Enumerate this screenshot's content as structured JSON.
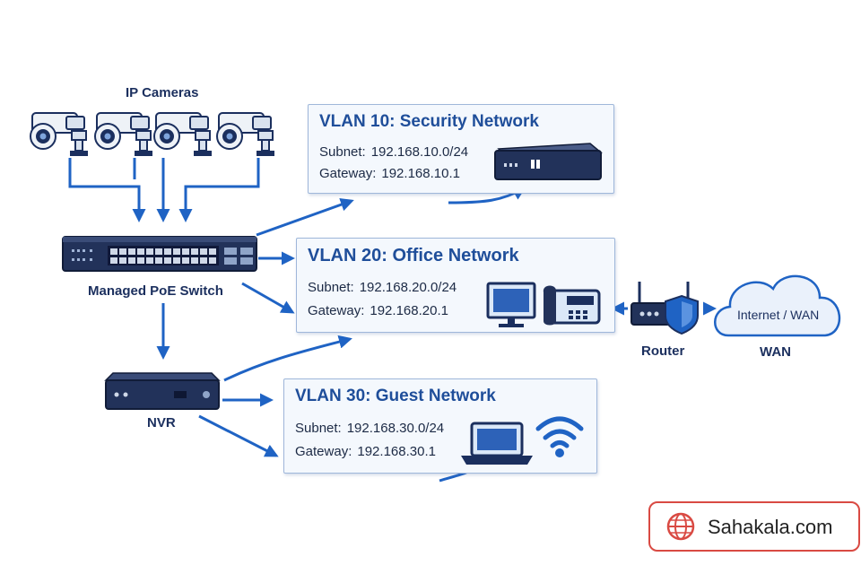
{
  "labels": {
    "ip_cameras": "IP Cameras",
    "switch": "Managed PoE Switch",
    "nvr": "NVR",
    "router": "Router",
    "wan": "WAN",
    "cloud": "Internet / WAN"
  },
  "vlans": [
    {
      "title": "VLAN 10: Security Network",
      "subnet_label": "Subnet:",
      "subnet": "192.168.10.0/24",
      "gateway_label": "Gateway:",
      "gateway": "192.168.10.1"
    },
    {
      "title": "VLAN 20: Office Network",
      "subnet_label": "Subnet:",
      "subnet": "192.168.20.0/24",
      "gateway_label": "Gateway:",
      "gateway": "192.168.20.1"
    },
    {
      "title": "VLAN 30: Guest Network",
      "subnet_label": "Subnet:",
      "subnet": "192.168.30.0/24",
      "gateway_label": "Gateway:",
      "gateway": "192.168.30.1"
    }
  ],
  "brand": {
    "text": "Sahakala.com"
  },
  "icons": {
    "camera": "cctv-camera-icon",
    "switch": "network-switch-icon",
    "nvr": "nvr-recorder-icon",
    "security_device": "security-appliance-icon",
    "desktop": "desktop-monitor-icon",
    "phone": "ip-phone-icon",
    "laptop": "laptop-icon",
    "wifi": "wifi-icon",
    "router": "router-icon",
    "shield": "shield-icon",
    "cloud": "cloud-icon",
    "globe": "globe-icon"
  },
  "colors": {
    "accent": "#1f63c4",
    "navy": "#1b2f5e",
    "brand_red": "#d94a43"
  }
}
